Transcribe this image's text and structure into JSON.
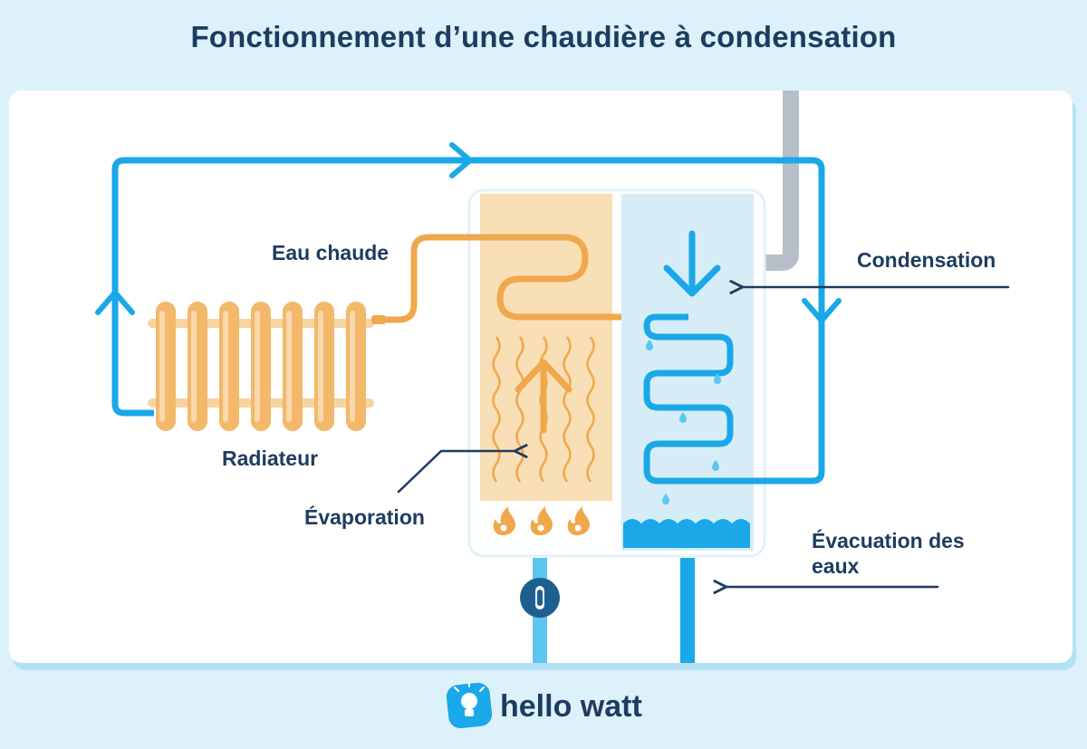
{
  "title": "Fonctionnement d’une chaudière à condensation",
  "labels": {
    "eau_chaude": "Eau chaude",
    "radiateur": "Radiateur",
    "evaporation": "Évaporation",
    "condensation": "Condensation",
    "evacuation": "Évacuation des eaux"
  },
  "brand": {
    "name": "hello watt",
    "icon": "lightbulb-icon"
  },
  "colors": {
    "background": "#ddf1fb",
    "dark_blue": "#1d3c5f",
    "pipe_blue": "#1aa8e8",
    "light_blue": "#5cc6f2",
    "orange": "#f0a84c",
    "sand": "#f8dfb6",
    "flue_grey": "#b6bfc7"
  }
}
